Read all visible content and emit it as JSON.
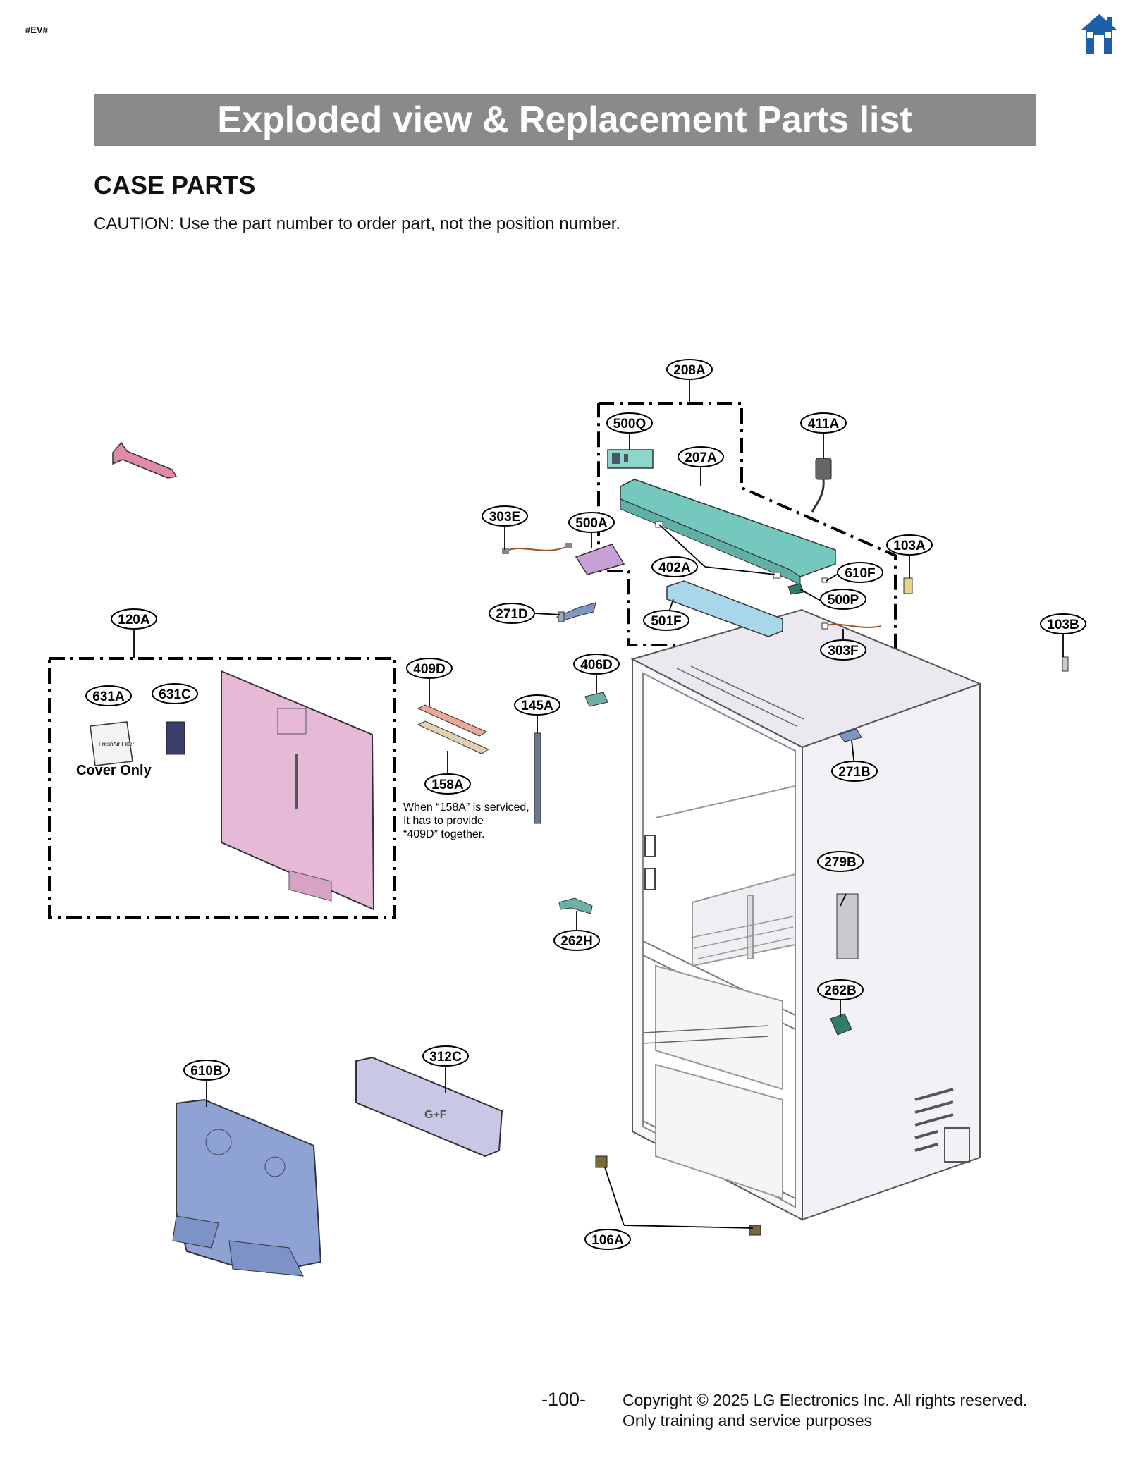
{
  "header": {
    "tag": "#EV#",
    "banner_title": "Exploded view & Replacement Parts list",
    "section_title": "CASE PARTS",
    "caution": "CAUTION: Use the part number to order part, not the position number."
  },
  "diagram": {
    "callouts": {
      "p208A": "208A",
      "p500Q": "500Q",
      "p411A": "411A",
      "p207A": "207A",
      "p303E": "303E",
      "p500A": "500A",
      "p103A": "103A",
      "p402A": "402A",
      "p610F": "610F",
      "p500P": "500P",
      "p271D": "271D",
      "p501F": "501F",
      "p120A": "120A",
      "p103B": "103B",
      "p303F": "303F",
      "p409D": "409D",
      "p406D": "406D",
      "p631A": "631A",
      "p631C": "631C",
      "p145A": "145A",
      "p271B": "271B",
      "p158A": "158A",
      "p279B": "279B",
      "p262H": "262H",
      "p262B": "262B",
      "p312C": "312C",
      "p610B": "610B",
      "p106A": "106A"
    },
    "cover_only_label": "Cover Only",
    "service_note": [
      "When “158A” is serviced,",
      "It has to provide",
      "“409D” together."
    ],
    "filter_cover_text": "FreshAir Filter",
    "drawer_logo": "G+F"
  },
  "footer": {
    "page_number": "-100-",
    "copyright_line1": "Copyright © 2025 LG Electronics Inc. All rights reserved.",
    "copyright_line2": "Only training and service purposes"
  },
  "colors": {
    "banner": "#8a8a8a",
    "home_icon": "#1f5fa8",
    "cabinet": "#f1eef3",
    "pink_part": "#e6bad6",
    "teal_part": "#74c8be",
    "blue_part": "#8ea2d4",
    "lavender_part": "#c9c7e6"
  }
}
